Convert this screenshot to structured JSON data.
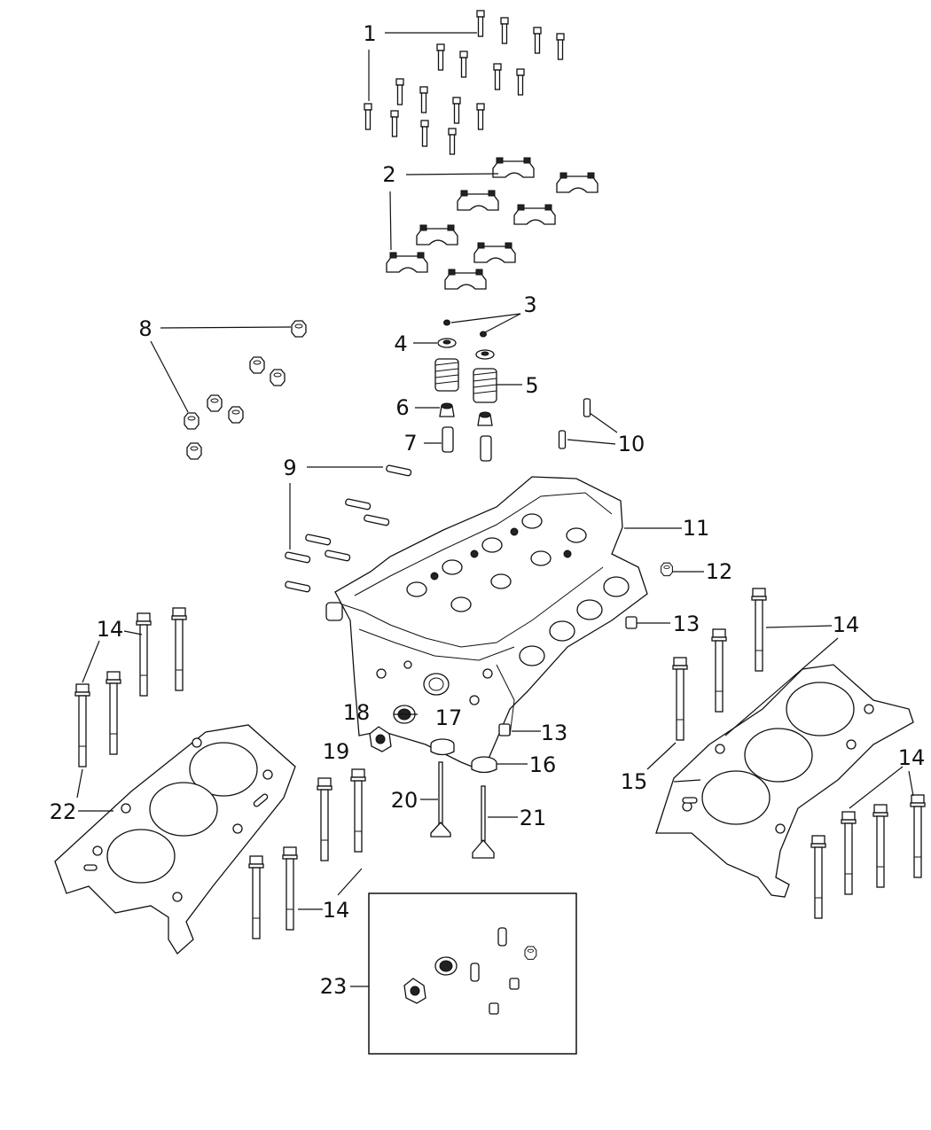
{
  "diagram": {
    "callouts": [
      {
        "id": "c1",
        "text": "1"
      },
      {
        "id": "c2",
        "text": "2"
      },
      {
        "id": "c3",
        "text": "3"
      },
      {
        "id": "c4",
        "text": "4"
      },
      {
        "id": "c5",
        "text": "5"
      },
      {
        "id": "c6",
        "text": "6"
      },
      {
        "id": "c7",
        "text": "7"
      },
      {
        "id": "c8",
        "text": "8"
      },
      {
        "id": "c9",
        "text": "9"
      },
      {
        "id": "c10",
        "text": "10"
      },
      {
        "id": "c11",
        "text": "11"
      },
      {
        "id": "c12",
        "text": "12"
      },
      {
        "id": "c13a",
        "text": "13"
      },
      {
        "id": "c13b",
        "text": "13"
      },
      {
        "id": "c14a",
        "text": "14"
      },
      {
        "id": "c14b",
        "text": "14"
      },
      {
        "id": "c14c",
        "text": "14"
      },
      {
        "id": "c14d",
        "text": "14"
      },
      {
        "id": "c15",
        "text": "15"
      },
      {
        "id": "c16",
        "text": "16"
      },
      {
        "id": "c17",
        "text": "17"
      },
      {
        "id": "c18",
        "text": "18"
      },
      {
        "id": "c19",
        "text": "19"
      },
      {
        "id": "c20",
        "text": "20"
      },
      {
        "id": "c21",
        "text": "21"
      },
      {
        "id": "c22",
        "text": "22"
      },
      {
        "id": "c23",
        "text": "23"
      }
    ]
  }
}
